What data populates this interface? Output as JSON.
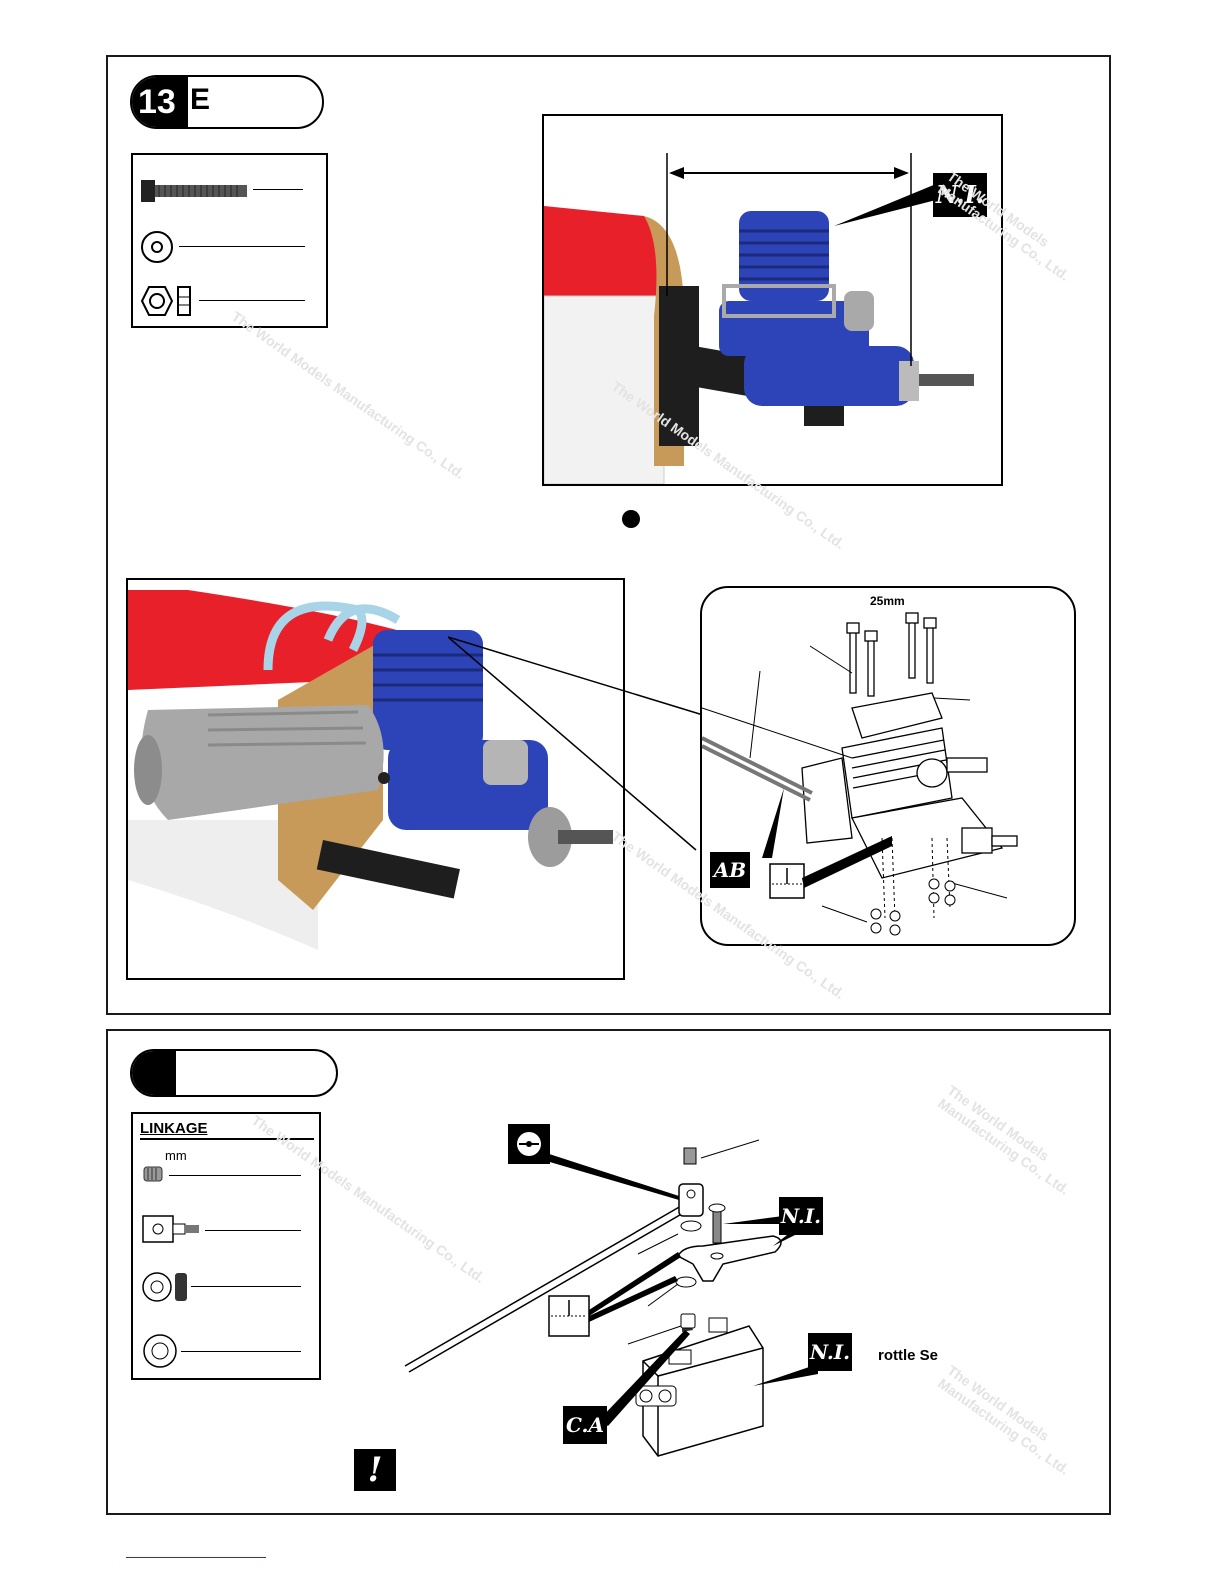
{
  "step13": {
    "number": "13",
    "letter": "E",
    "dimension_label": "25mm",
    "badges": {
      "ni": "N.I.",
      "ab": "AB"
    }
  },
  "step14": {
    "linkage_title": "LINKAGE",
    "unit_mm": "mm",
    "badges": {
      "ni_top": "N.I.",
      "ni_servo": "N.I.",
      "ca": "C.A"
    },
    "throttle_label": "rottle Se",
    "warning_symbol": "!"
  },
  "watermark_text": "The World Models Manufacturing Co., Ltd.",
  "colors": {
    "engine_blue": "#2d44b8",
    "fuselage_red": "#e8202a",
    "wood": "#c89a5a",
    "mount_black": "#1e1e1e"
  }
}
